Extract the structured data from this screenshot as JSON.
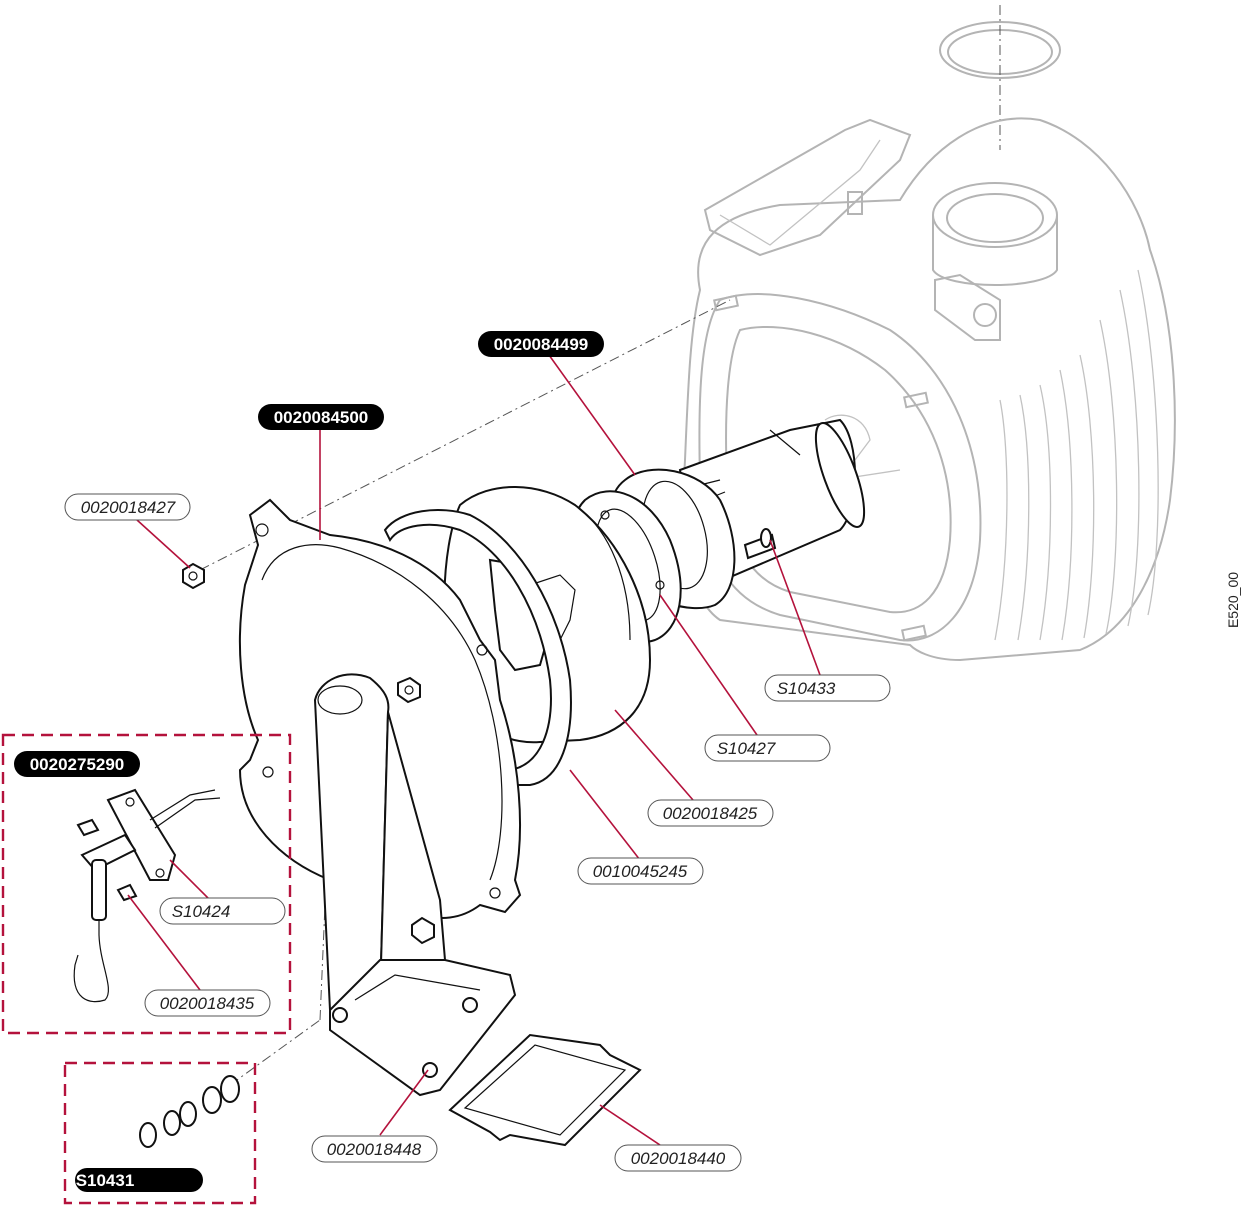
{
  "drawing_code": "E520_00",
  "labels": {
    "nut_top": "0020018427",
    "burner_door": "0020084500",
    "gasket_top": "0020084499",
    "insulation": "0020018425",
    "seal_ring": "0010045245",
    "ring_gasket": "S10427",
    "stud": "S10433",
    "electrode_kit": "0020275290",
    "electrode": "S10424",
    "screw": "0020018435",
    "nut_bottom": "0020018448",
    "flange_gasket": "0020018440",
    "oring_kit": "S10431"
  },
  "colors": {
    "accent": "#b4123c",
    "label_bg": "#000000",
    "ghost": "#b4b4b4"
  }
}
